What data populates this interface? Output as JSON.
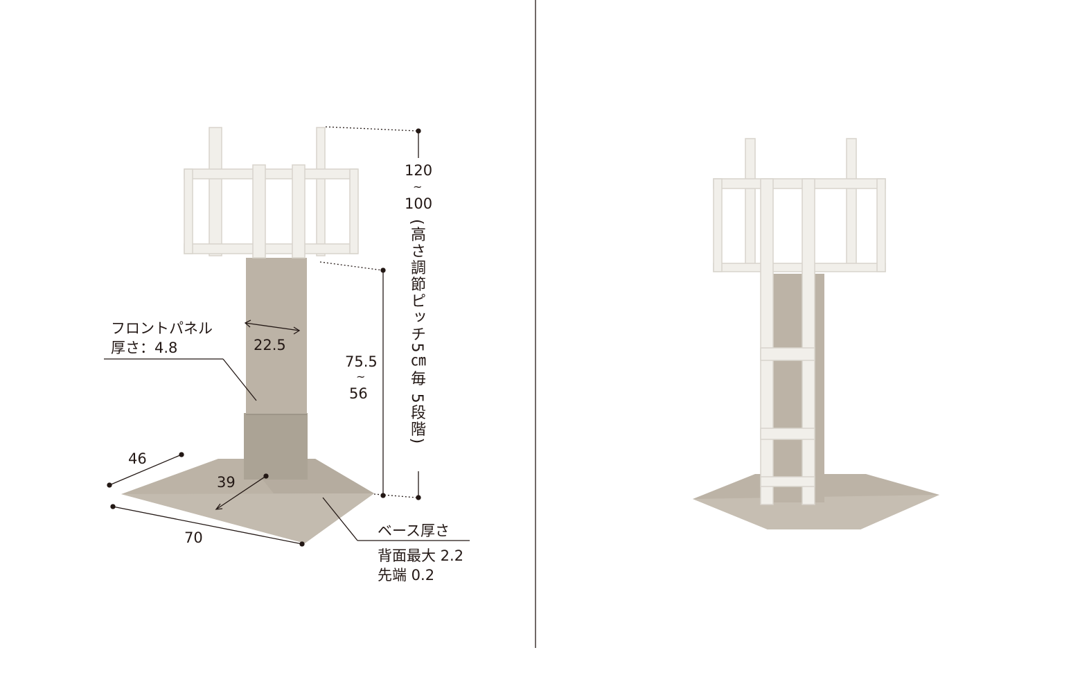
{
  "labels": {
    "front_panel_title": "フロントパネル",
    "front_panel_thickness": "厚さ：4.8",
    "front_panel_width": "22.5",
    "height_top_max": "120",
    "height_top_tilde": "~",
    "height_top_min": "100",
    "height_note_vertical": "(高さ調節ピッチ5㎝毎 5段階)",
    "height_mid_max": "75.5",
    "height_mid_tilde": "~",
    "height_mid_min": "56",
    "base_depth": "46",
    "base_inner_depth": "39",
    "base_width": "70",
    "base_thickness_title": "ベース厚さ",
    "base_thickness_back": "背面最大 2.2",
    "base_thickness_tip": "先端 0.2"
  },
  "colors": {
    "beige": "#bcb3a6",
    "beige_dark": "#a8a092",
    "bracket": "#f1efea",
    "line": "#231815"
  }
}
